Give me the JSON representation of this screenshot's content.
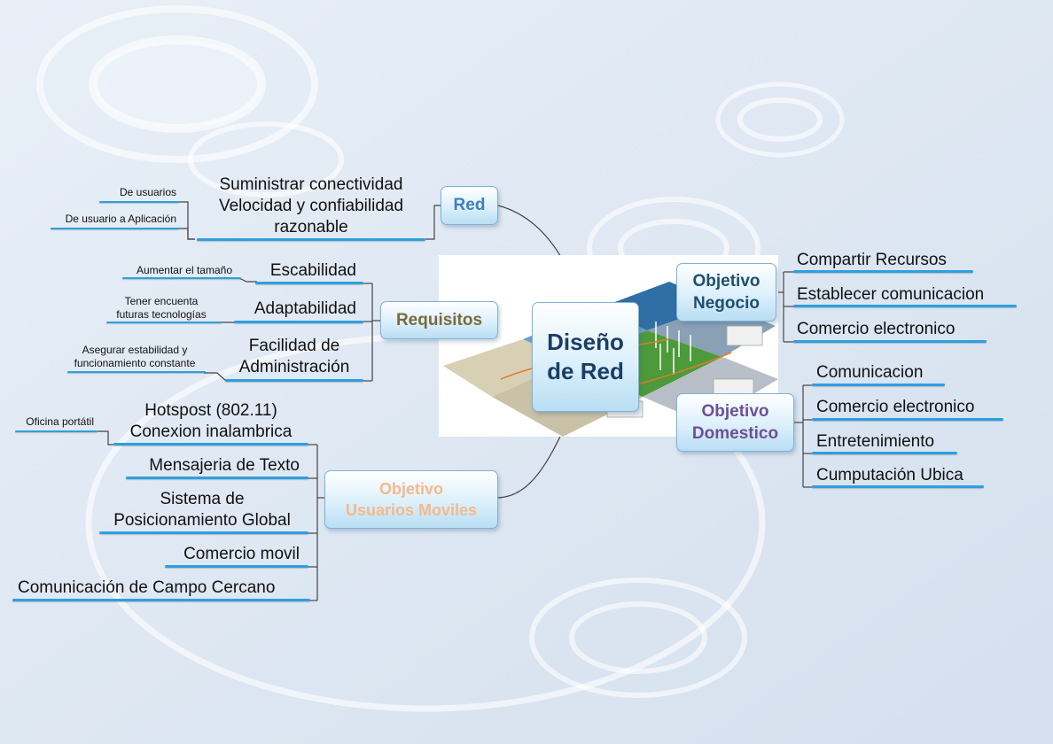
{
  "central": {
    "label": "Diseño de Red"
  },
  "branches": {
    "red": {
      "label": "Red",
      "color": "#3f7fc0",
      "topics": [
        "Suministrar conectividad\nVelocidad y confiabilidad\nrazonable"
      ],
      "subtopics": [
        "De usuarios",
        "De usuario a Aplicación"
      ]
    },
    "requisitos": {
      "label": "Requisitos",
      "color": "#7a6b3c",
      "topics": [
        "Escabilidad",
        "Adaptabilidad",
        "Facilidad de\nAdministración"
      ],
      "subtopics": [
        "Aumentar el tamaño",
        "Tener encuenta\nfuturas tecnologías",
        "Asegurar estabilidad y\nfuncionamiento constante"
      ]
    },
    "moviles": {
      "label": "Objetivo\nUsuarios Moviles",
      "color": "#f5b98a",
      "topics": [
        "Hotspost (802.11)\nConexion inalambrica",
        "Mensajeria de Texto",
        "Sistema de\nPosicionamiento Global",
        "Comercio movil",
        "Comunicación de Campo Cercano"
      ],
      "subtopics": [
        "Oficina portátil"
      ]
    },
    "negocio": {
      "label": "Objetivo\nNegocio",
      "color": "#1f4f6f",
      "topics": [
        "Compartir Recursos",
        "Establecer comunicacion",
        "Comercio electronico"
      ]
    },
    "domestico": {
      "label": "Objetivo\nDomestico",
      "color": "#6d4f96",
      "topics": [
        "Comunicacion",
        "Comercio electronico",
        "Entretenimiento",
        "Cumputación Ubica"
      ]
    }
  },
  "colors": {
    "central_text": "#1a3e66",
    "underline": "#2e9fe0",
    "connector": "#333333"
  }
}
